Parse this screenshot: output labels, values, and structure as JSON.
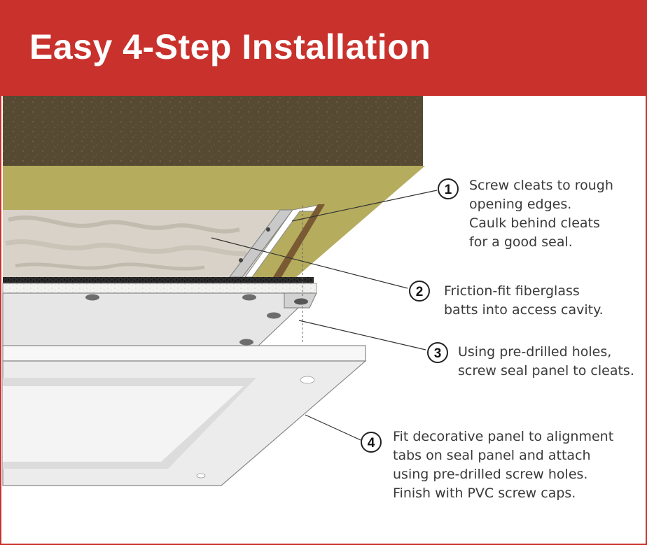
{
  "title": "Easy 4-Step Installation",
  "colors": {
    "header": "#c8312c",
    "text": "#3a3a3a",
    "ceiling": "#574a33",
    "rough_opening": "#b5ac5e",
    "panel": "#e6e6e6"
  },
  "steps": [
    {
      "number": "1",
      "lines": [
        "Screw cleats to rough",
        "opening edges.",
        "Caulk behind cleats",
        "for a good seal."
      ]
    },
    {
      "number": "2",
      "lines": [
        "Friction-fit fiberglass",
        "batts into access cavity."
      ]
    },
    {
      "number": "3",
      "lines": [
        "Using pre-drilled holes,",
        "screw seal panel to cleats."
      ]
    },
    {
      "number": "4",
      "lines": [
        "Fit decorative panel to alignment",
        "tabs on seal panel and attach",
        "using pre-drilled screw holes.",
        "Finish with PVC screw caps."
      ]
    }
  ]
}
